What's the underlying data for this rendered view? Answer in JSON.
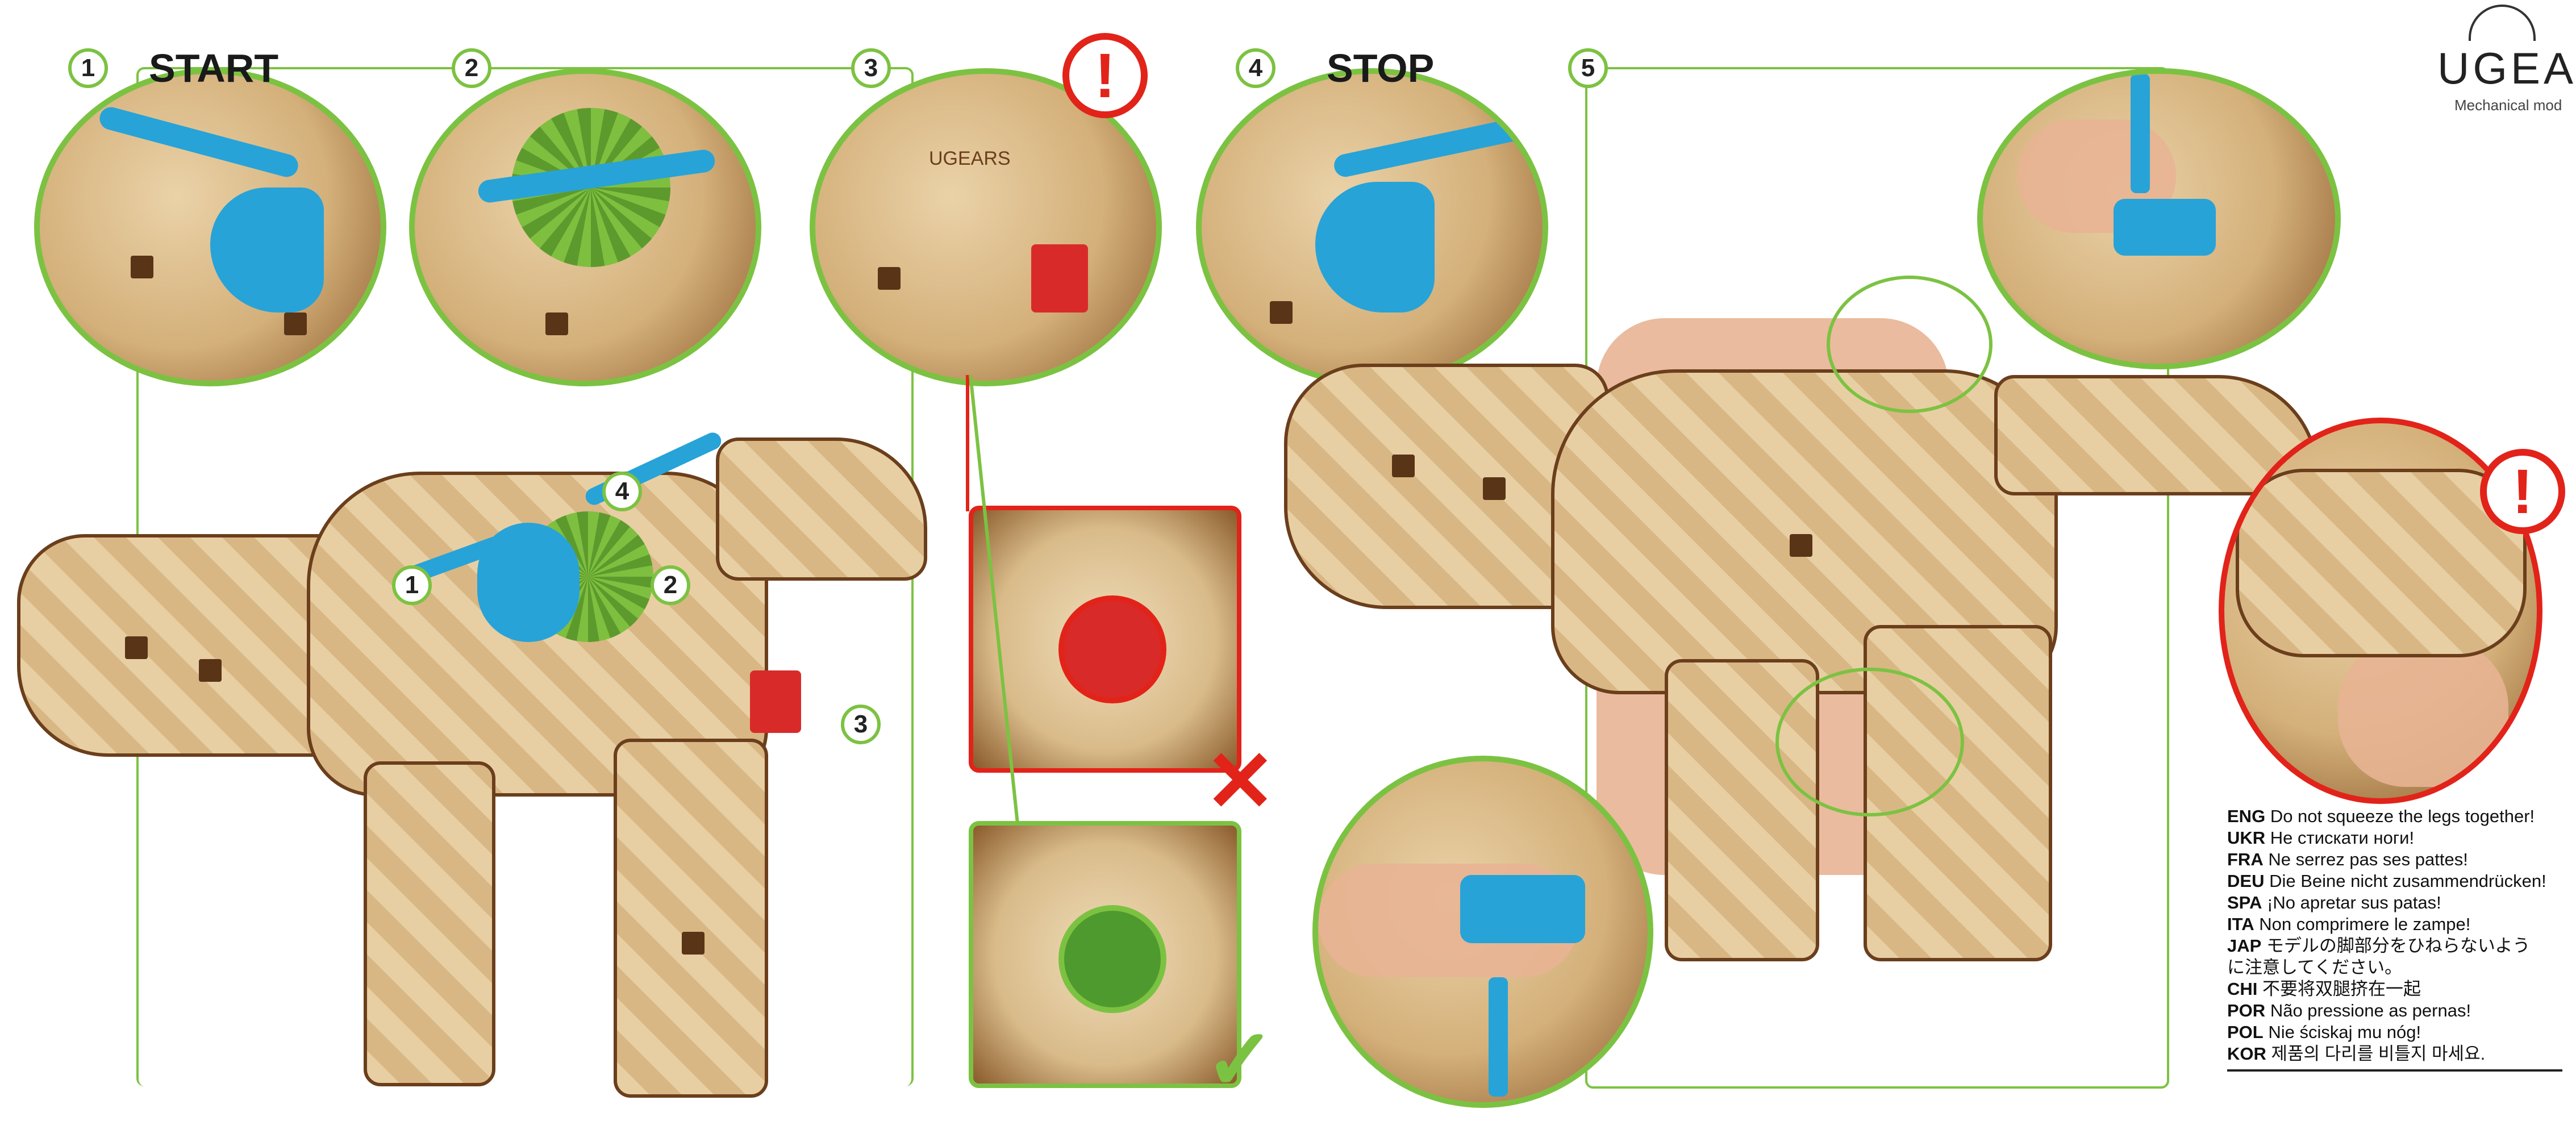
{
  "steps": [
    {
      "num": "1",
      "title": "START"
    },
    {
      "num": "2",
      "title": ""
    },
    {
      "num": "3",
      "title": ""
    },
    {
      "num": "4",
      "title": "STOP"
    },
    {
      "num": "5",
      "title": ""
    }
  ],
  "callouts": {
    "c1": "1",
    "c2": "2",
    "c3": "3",
    "c4": "4"
  },
  "brand": {
    "name": "UGEARS",
    "tagline": "Mechanical mod",
    "imprint": "UGEARS"
  },
  "warning_symbol": "!",
  "status_icons": {
    "wrong": "red-x-icon",
    "right": "green-check-icon"
  },
  "warning_lines": [
    {
      "code": "ENG",
      "text": "Do not squeeze the legs together!"
    },
    {
      "code": "UKR",
      "text": "Не стискати ноги!"
    },
    {
      "code": "FRA",
      "text": "Ne serrez pas ses pattes!"
    },
    {
      "code": "DEU",
      "text": "Die Beine nicht zusammendrücken!"
    },
    {
      "code": "SPA",
      "text": "¡No apretar sus patas!"
    },
    {
      "code": "ITA",
      "text": "Non comprimere le zampe!"
    },
    {
      "code": "JAP",
      "text": "モデルの脚部分をひねらないよう"
    },
    {
      "code": "",
      "text": "に注意してください。"
    },
    {
      "code": "CHI",
      "text": "不要将双腿挤在一起"
    },
    {
      "code": "POR",
      "text": "Não pressione as pernas!"
    },
    {
      "code": "POL",
      "text": "Nie ściskaj mu nóg!"
    },
    {
      "code": "KOR",
      "text": "제품의 다리를 비틀지 마세요."
    }
  ],
  "colors": {
    "green": "#7cc242",
    "red": "#e2231a",
    "blue": "#27a3d8",
    "wood": "#d8b784",
    "dark_wood": "#6b3e1c"
  }
}
